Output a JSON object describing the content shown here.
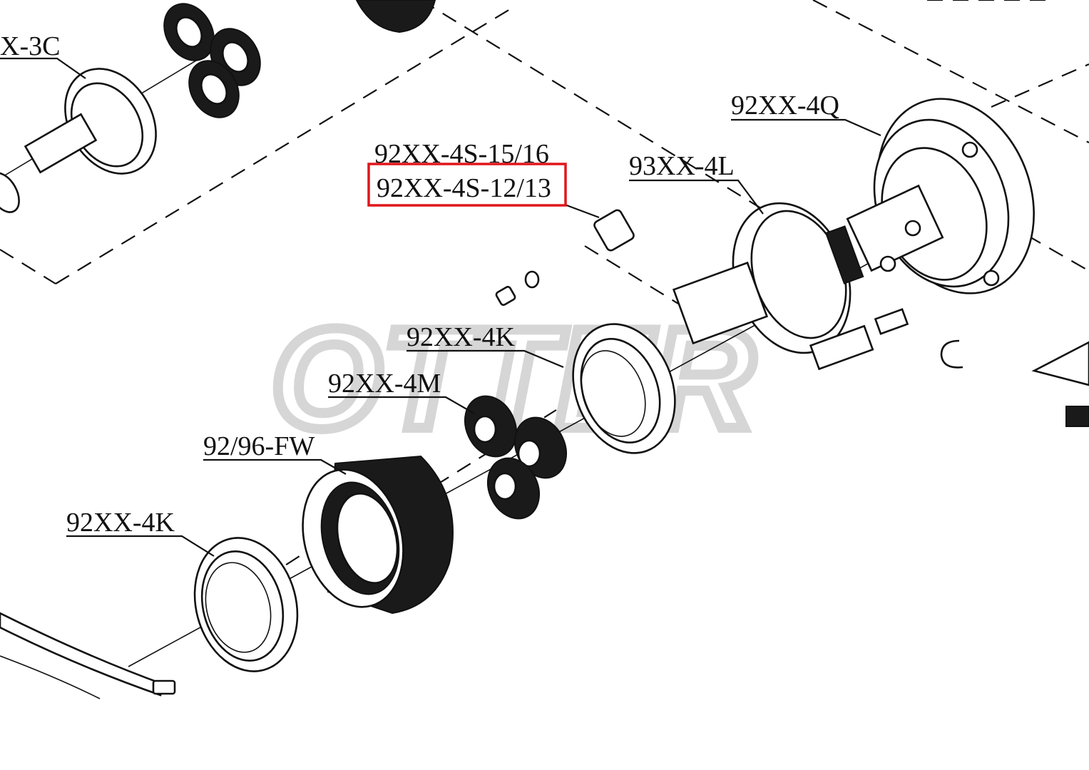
{
  "labels": {
    "label_3c": "X-3C",
    "label_4q": "92XX-4Q",
    "label_4s_1516": "92XX-4S-15/16",
    "label_4s_1213": "92XX-4S-12/13",
    "label_4l": "93XX-4L",
    "label_4k_upper": "92XX-4K",
    "label_4m": "92XX-4M",
    "label_fw": "92/96-FW",
    "label_4k_lower": "92XX-4K"
  },
  "watermark_text": "OTTER",
  "colors": {
    "line": "#111111",
    "highlight": "#e0161b",
    "watermark": "#d6d6d6",
    "background": "#ffffff"
  }
}
